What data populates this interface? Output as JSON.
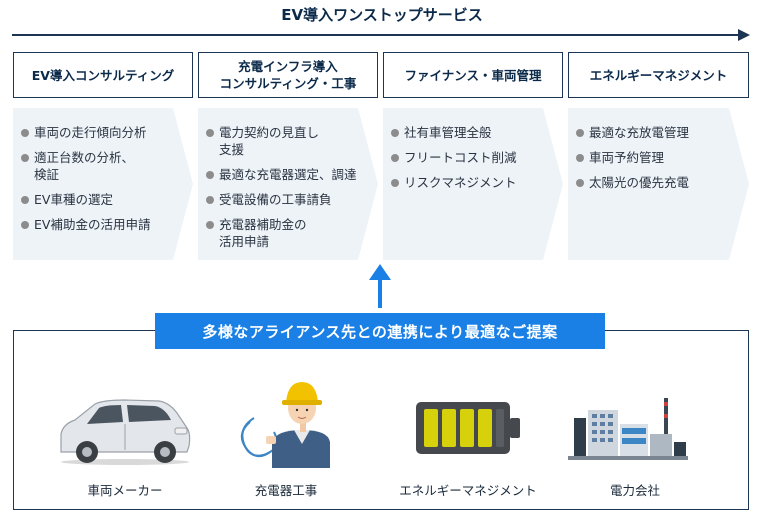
{
  "title": "EV導入ワンストップサービス",
  "stages": [
    {
      "label_lines": [
        "EV導入コンサルティング"
      ],
      "items": [
        [
          "車両の走行傾向分析"
        ],
        [
          "適正台数の分析、",
          "検証"
        ],
        [
          "EV車種の選定"
        ],
        [
          "EV補助金の活用申請"
        ]
      ]
    },
    {
      "label_lines": [
        "充電インフラ導入",
        "コンサルティング・工事"
      ],
      "items": [
        [
          "電力契約の見直し",
          "支援"
        ],
        [
          "最適な充電器選定、調達"
        ],
        [
          "受電設備の工事請負"
        ],
        [
          "充電器補助金の",
          "活用申請"
        ]
      ]
    },
    {
      "label_lines": [
        "ファイナンス・車両管理"
      ],
      "items": [
        [
          "社有車管理全般"
        ],
        [
          "フリートコスト削減"
        ],
        [
          "リスクマネジメント"
        ]
      ]
    },
    {
      "label_lines": [
        "エネルギーマネジメント"
      ],
      "items": [
        [
          "最適な充放電管理"
        ],
        [
          "車両予約管理"
        ],
        [
          "太陽光の優先充電"
        ]
      ]
    }
  ],
  "banner": "多様なアライアンス先との連携により最適なご提案",
  "partners": [
    {
      "label": "車両メーカー",
      "icon": "car-icon"
    },
    {
      "label": "充電器工事",
      "icon": "worker-icon"
    },
    {
      "label": "エネルギーマネジメント",
      "icon": "battery-icon"
    },
    {
      "label": "電力会社",
      "icon": "power-plant-icon"
    }
  ],
  "colors": {
    "navy": "#1b3553",
    "chevron": "#eef3f8",
    "banner": "#1a80e5",
    "bullet": "#8c8c8c",
    "battery": "#d6d10a"
  }
}
